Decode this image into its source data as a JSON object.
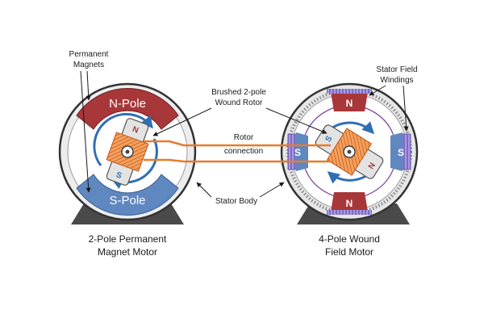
{
  "labels": {
    "permanent_magnets": [
      "Permanent",
      "Magnets"
    ],
    "brushed_rotor": [
      "Brushed 2-pole",
      "Wound Rotor"
    ],
    "rotor_connection": [
      "Rotor",
      "connection"
    ],
    "stator_field_windings": [
      "Stator Field",
      "Windings"
    ],
    "stator_body": "Stator Body"
  },
  "left_motor": {
    "north_pole": "N-Pole",
    "south_pole": "S-Pole",
    "rotor_n": "N",
    "rotor_s": "S",
    "caption": [
      "2-Pole Permanent",
      "Magnet Motor"
    ]
  },
  "right_motor": {
    "top_pole": "N",
    "bottom_pole": "N",
    "left_pole": "S",
    "right_pole": "S",
    "rotor_s": "S",
    "rotor_n": "N",
    "caption": [
      "4-Pole Wound",
      "Field Motor"
    ]
  },
  "colors": {
    "north": "#a8373a",
    "south": "#5f87c0",
    "coil": "#e87b2a",
    "field_line": "#7a3f9a",
    "arrow": "#2f6fb3",
    "winding": "#7b6bc4"
  }
}
